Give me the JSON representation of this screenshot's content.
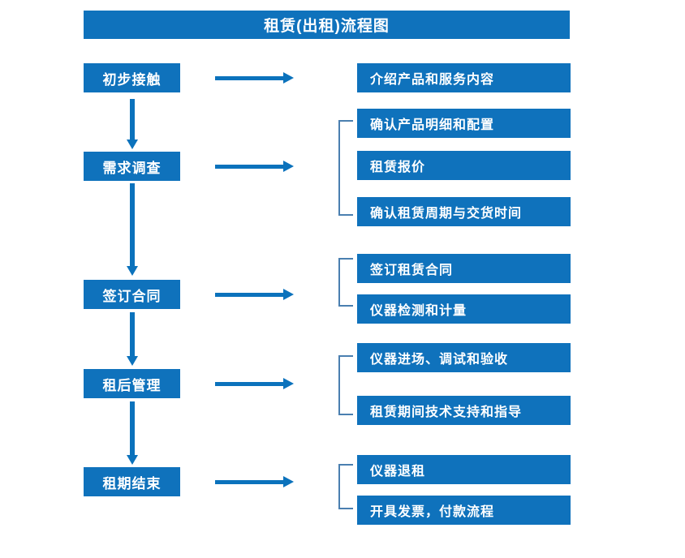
{
  "title": {
    "text": "租赁(出租)流程图"
  },
  "colors": {
    "box_blue": "#0F72BC",
    "arrow_blue": "#0B72BC",
    "bracket_blue": "#4A7FB0",
    "text_white": "#FFFFFF",
    "background": "#FFFFFF"
  },
  "stages": [
    {
      "label": "初步接触"
    },
    {
      "label": "需求调查"
    },
    {
      "label": "签订合同"
    },
    {
      "label": "租后管理"
    },
    {
      "label": "租期结束"
    }
  ],
  "details": [
    {
      "label": "介绍产品和服务内容"
    },
    {
      "label": "确认产品明细和配置"
    },
    {
      "label": "租赁报价"
    },
    {
      "label": "确认租赁周期与交货时间"
    },
    {
      "label": "签订租赁合同"
    },
    {
      "label": "仪器检测和计量"
    },
    {
      "label": "仪器进场、调试和验收"
    },
    {
      "label": "租赁期间技术支持和指导"
    },
    {
      "label": "仪器退租"
    },
    {
      "label": "开具发票，付款流程"
    }
  ],
  "connectors": {
    "horizontal_arrow_count": 5,
    "vertical_arrow_count": 4,
    "bracket_count": 4
  }
}
